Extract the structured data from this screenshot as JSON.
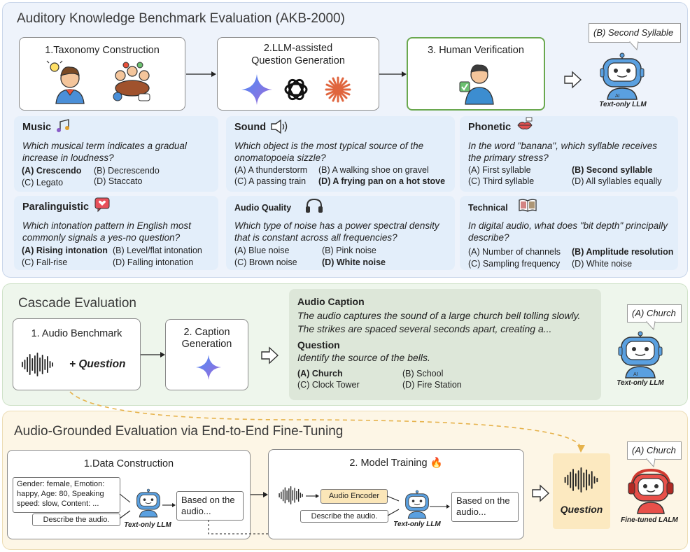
{
  "top": {
    "title": "Auditory Knowledge Benchmark Evaluation (AKB-2000)",
    "step1": "1.Taxonomy Construction",
    "step2_line1": "2.LLM-assisted",
    "step2_line2": "Question Generation",
    "step3": "3. Human Verification",
    "answer_bubble": "(B) Second Syllable",
    "robot_label": "Text-only LLM",
    "cards": [
      {
        "title": "Music",
        "question": "Which musical term indicates a gradual increase in loudness?",
        "options": [
          "(A) Crescendo",
          "(B) Decrescendo",
          "(C) Legato",
          "(D) Staccato"
        ]
      },
      {
        "title": "Sound",
        "question": "Which object is the most typical source of the onomatopoeia sizzle?",
        "options": [
          "(A) A thunderstorm",
          "(B) A walking shoe on gravel",
          "(C) A passing train",
          "(D) A frying pan on a hot stove"
        ]
      },
      {
        "title": "Phonetic",
        "question": "In the word \"banana\", which syllable receives the primary stress?",
        "options": [
          "(A) First syllable",
          "(B) Second syllable",
          "(C) Third syllable",
          "(D) All syllables equally"
        ]
      },
      {
        "title": "Paralinguistic",
        "question": "Which intonation pattern in English most commonly signals a yes-no question?",
        "options": [
          "(A) Rising intonation",
          "(B) Level/flat intonation",
          "(C) Fall-rise",
          "(D) Falling intonation"
        ]
      },
      {
        "title": "Audio Quality",
        "question": "Which type of noise has a power spectral density that is constant across all frequencies?",
        "options": [
          "(A) Blue noise",
          "(B) Pink noise",
          "(C) Brown noise",
          "(D) White noise"
        ]
      },
      {
        "title": "Technical",
        "question": "In digital audio, what does \"bit depth\" principally describe?",
        "options": [
          "(A) Number of channels",
          "(B) Amplitude resolution",
          "(C) Sampling frequency",
          "(D) White noise"
        ]
      }
    ]
  },
  "cascade": {
    "title": "Cascade Evaluation",
    "box1_title": "1. Audio Benchmark",
    "box1_plus": "+ Question",
    "box2_line1": "2. Caption",
    "box2_line2": "Generation",
    "caption_heading": "Audio Caption",
    "caption_line1": "The audio captures the sound of a large church bell tolling slowly.",
    "caption_line2": "The strikes are spaced several seconds apart, creating a...",
    "question_heading": "Question",
    "question_text": "Identify the source of the bells.",
    "options": [
      "(A) Church",
      "(B) School",
      "(C) Clock Tower",
      "(D) Fire Station"
    ],
    "answer_bubble": "(A) Church",
    "robot_label": "Text-only LLM"
  },
  "grounded": {
    "title": "Audio-Grounded Evaluation via End-to-End Fine-Tuning",
    "box1_title": "1.Data Construction",
    "meta_line1": "Gender: female, Emotion:",
    "meta_line2": "happy, Age: 80, Speaking",
    "meta_line3": "speed: slow, Content: ...",
    "describe1": "Describe the audio.",
    "robot1_label": "Text-only LLM",
    "based1_line1": "Based on the",
    "based1_line2": "audio...",
    "box2_title": "2. Model Training",
    "encoder": "Audio Encoder",
    "describe2": "Describe the audio.",
    "robot2_label": "Text-only LLM",
    "based2_line1": "Based on the",
    "based2_line2": "audio...",
    "question_label": "Question",
    "answer_bubble": "(A) Church",
    "robot_label": "Fine-tuned LALM"
  },
  "colors": {
    "top_bg": "#eef3fb",
    "cascade_bg": "#eef6ec",
    "grounded_bg": "#fdf6e6",
    "card_bg": "#e3eefa",
    "verify_border": "#6aa84f",
    "encoder_bg": "#fbe6b8",
    "question_bg": "#fce9c0",
    "dashed_orange": "#e6b34d"
  }
}
